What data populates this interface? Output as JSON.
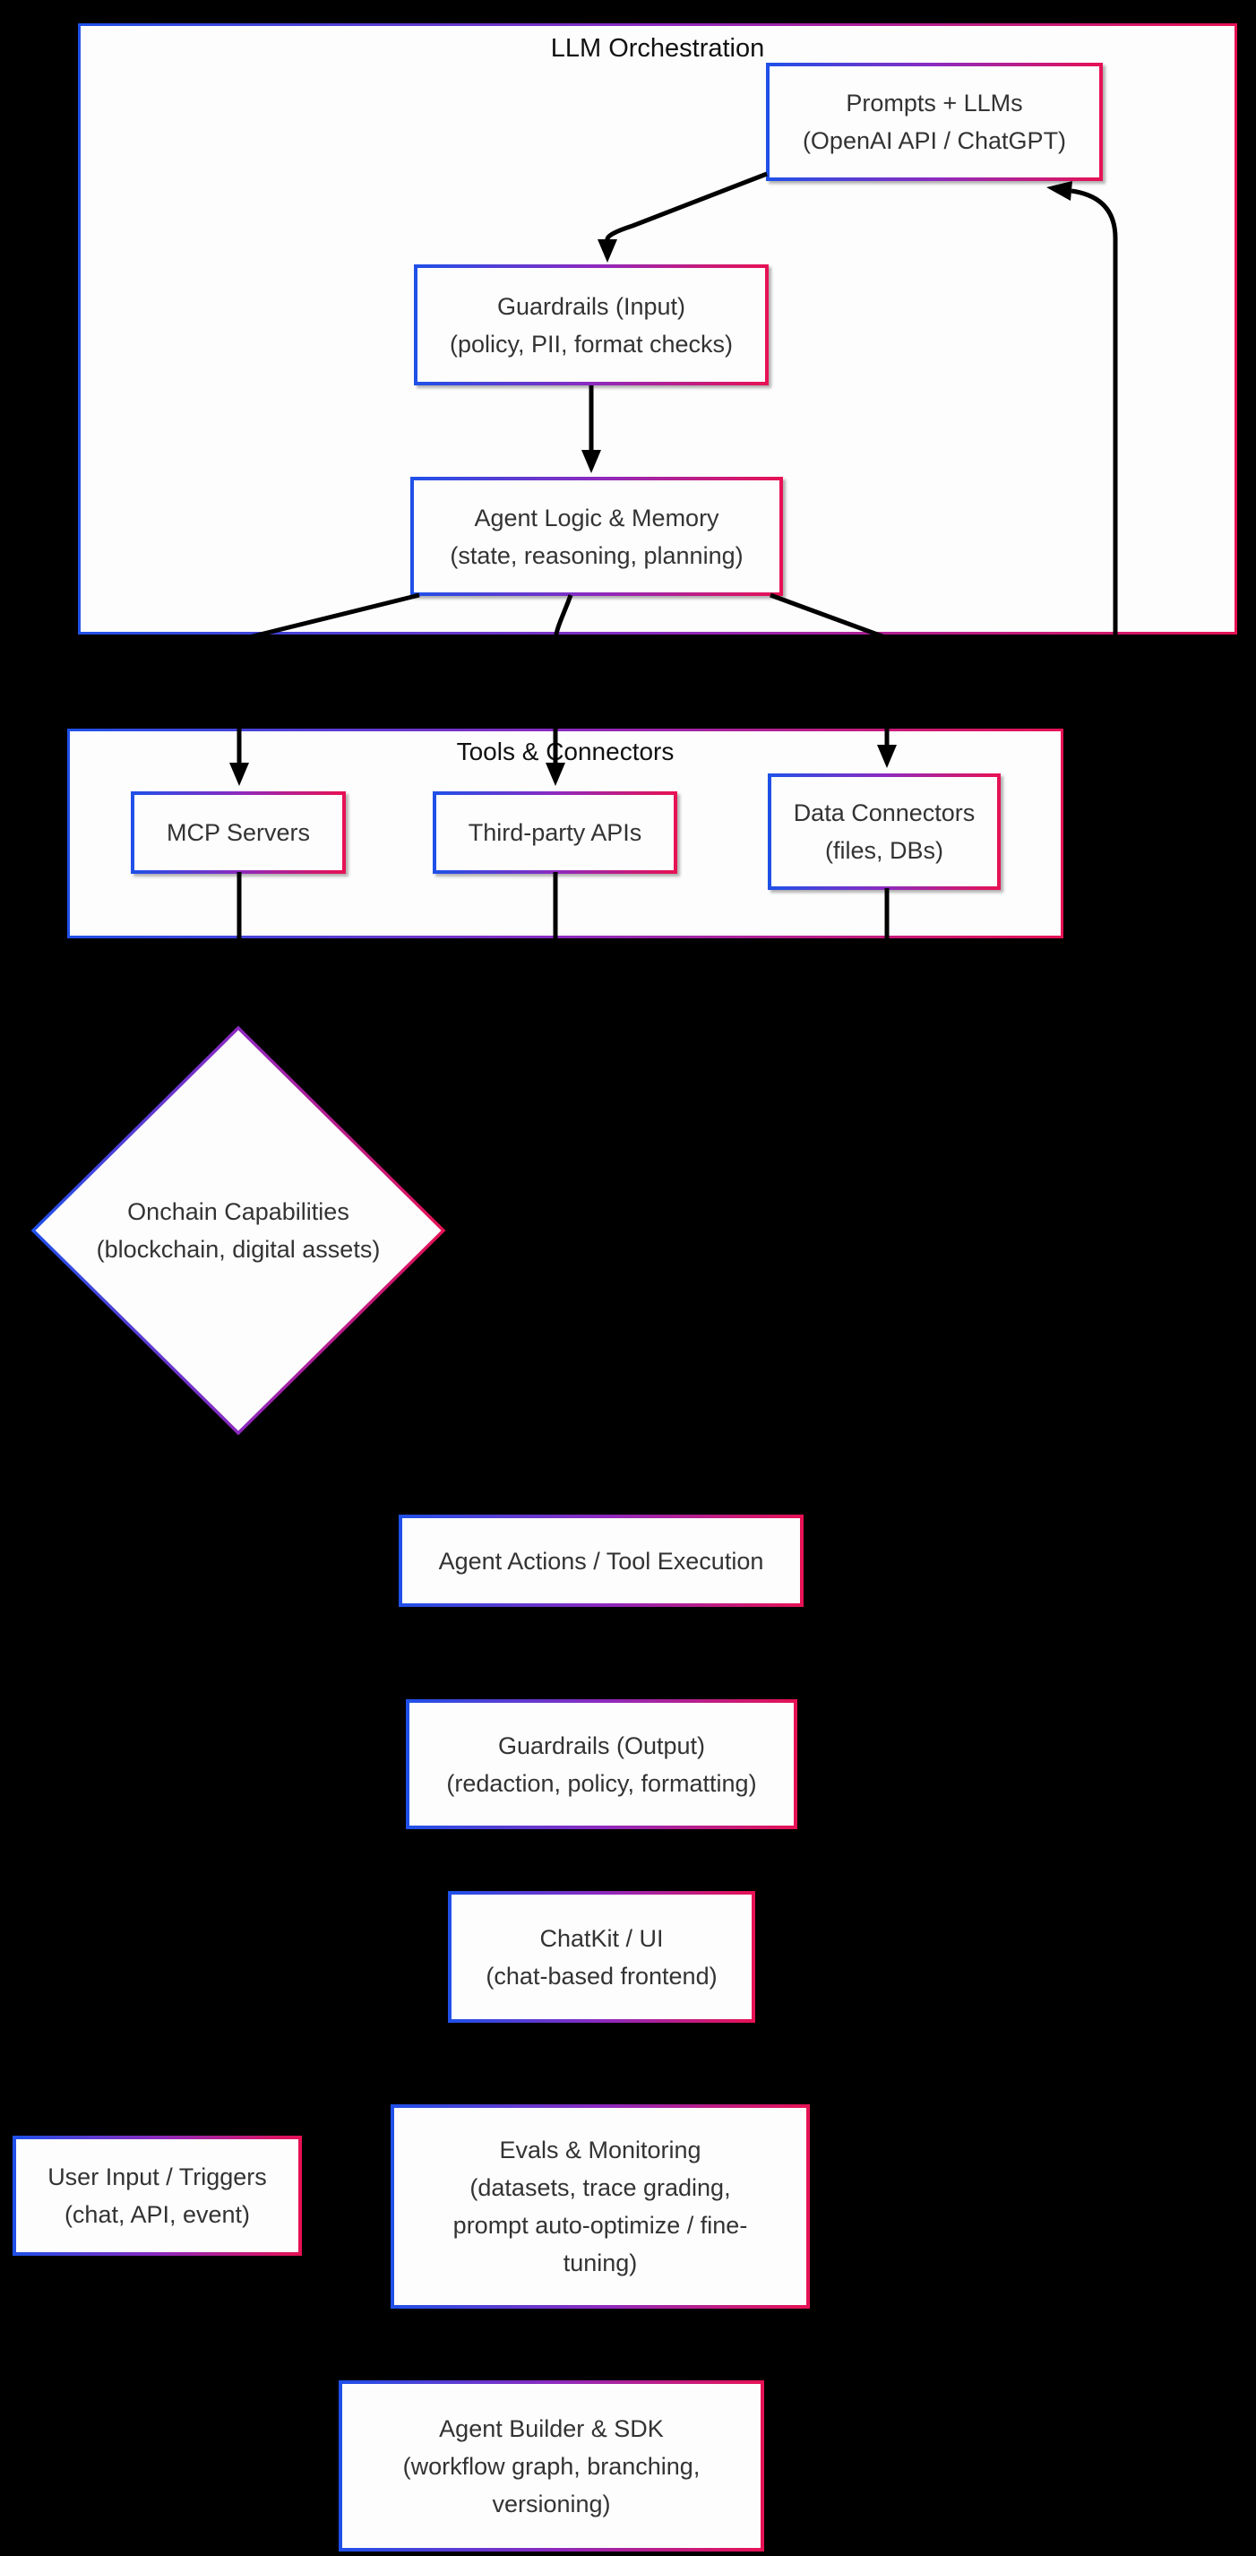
{
  "diagram": {
    "background": "#000000",
    "colors": {
      "gradient_start": "#2050e8",
      "gradient_mid": "#8c2ac0",
      "gradient_end": "#e61255",
      "node_fill": "#fdfdfd",
      "node_text": "#333333",
      "title_text": "#111111",
      "edge": "#000000"
    },
    "containers": {
      "llm_orchestration": {
        "title": "LLM Orchestration"
      },
      "tools_connectors": {
        "title": "Tools & Connectors"
      }
    },
    "nodes": {
      "prompts_llms": {
        "lines": [
          "Prompts + LLMs",
          "(OpenAI API / ChatGPT)"
        ]
      },
      "guardrails_input": {
        "lines": [
          "Guardrails (Input)",
          "(policy, PII, format checks)"
        ]
      },
      "agent_logic_memory": {
        "lines": [
          "Agent Logic & Memory",
          "(state, reasoning, planning)"
        ]
      },
      "mcp_servers": {
        "lines": [
          "MCP Servers"
        ]
      },
      "third_party_apis": {
        "lines": [
          "Third-party APIs"
        ]
      },
      "data_connectors": {
        "lines": [
          "Data Connectors",
          "(files, DBs)"
        ]
      },
      "onchain_capabilities": {
        "lines": [
          "Onchain Capabilities",
          "(blockchain, digital assets)"
        ]
      },
      "agent_actions": {
        "lines": [
          "Agent Actions / Tool Execution"
        ]
      },
      "guardrails_output": {
        "lines": [
          "Guardrails (Output)",
          "(redaction, policy, formatting)"
        ]
      },
      "chatkit_ui": {
        "lines": [
          "ChatKit / UI",
          "(chat-based frontend)"
        ]
      },
      "user_input_triggers": {
        "lines": [
          "User Input / Triggers",
          "(chat, API, event)"
        ]
      },
      "evals_monitoring": {
        "lines": [
          "Evals & Monitoring",
          "(datasets, trace grading,",
          "prompt auto-optimize / fine-",
          "tuning)"
        ]
      },
      "agent_builder_sdk": {
        "lines": [
          "Agent Builder & SDK",
          "(workflow graph, branching,",
          "versioning)"
        ]
      }
    },
    "edges": [
      {
        "from": "prompts_llms",
        "to": "guardrails_input"
      },
      {
        "from": "guardrails_input",
        "to": "agent_logic_memory"
      },
      {
        "from": "agent_logic_memory",
        "to": "mcp_servers"
      },
      {
        "from": "agent_logic_memory",
        "to": "third_party_apis"
      },
      {
        "from": "agent_logic_memory",
        "to": "data_connectors"
      },
      {
        "from": "mcp_servers",
        "to": null
      },
      {
        "from": "third_party_apis",
        "to": null
      },
      {
        "from": "data_connectors",
        "to": null
      },
      {
        "from": null,
        "to": "prompts_llms",
        "note": "feedback arrow rising from below into Prompts + LLMs"
      }
    ]
  }
}
